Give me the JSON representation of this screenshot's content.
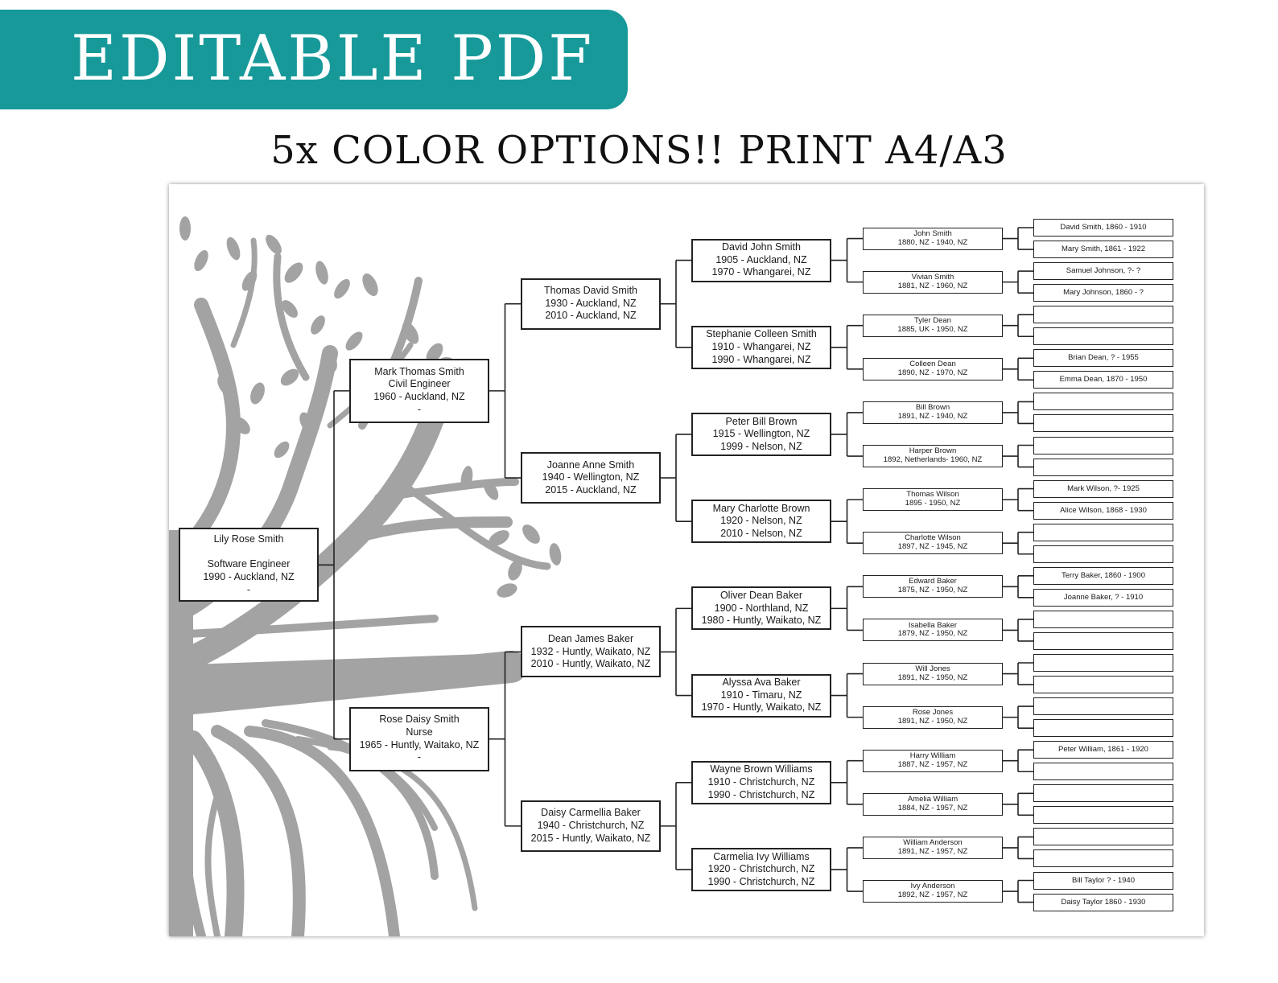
{
  "banner": {
    "title": "EDITABLE PDF",
    "color": "#17999a"
  },
  "subtitle": "5x COLOR OPTIONS!!    PRINT A4/A3",
  "tree": {
    "self": {
      "lines": [
        "Lily Rose Smith",
        "",
        "Software Engineer",
        "1990 - Auckland, NZ",
        "-"
      ]
    },
    "parents": [
      {
        "lines": [
          "Mark Thomas Smith",
          "Civil Engineer",
          "1960 - Auckland, NZ",
          "-"
        ]
      },
      {
        "lines": [
          "Rose Daisy Smith",
          "Nurse",
          "1965 - Huntly, Waitako, NZ",
          "-"
        ]
      }
    ],
    "grandparents": [
      {
        "lines": [
          "Thomas David Smith",
          "1930 - Auckland, NZ",
          "2010 - Auckland, NZ"
        ]
      },
      {
        "lines": [
          "Joanne Anne Smith",
          "1940 - Wellington, NZ",
          "2015 - Auckland, NZ"
        ]
      },
      {
        "lines": [
          "Dean James Baker",
          "1932 - Huntly, Waikato, NZ",
          "2010 - Huntly, Waikato, NZ"
        ]
      },
      {
        "lines": [
          "Daisy Carmellia Baker",
          "1940 - Christchurch, NZ",
          "2015 - Huntly, Waikato, NZ"
        ]
      }
    ],
    "great_grandparents": [
      {
        "lines": [
          "David John Smith",
          "1905 - Auckland, NZ",
          "1970 - Whangarei, NZ"
        ]
      },
      {
        "lines": [
          "Stephanie Colleen Smith",
          "1910 - Whangarei, NZ",
          "1990 - Whangarei, NZ"
        ]
      },
      {
        "lines": [
          "Peter Bill Brown",
          "1915 - Wellington, NZ",
          "1999 - Nelson, NZ"
        ]
      },
      {
        "lines": [
          "Mary Charlotte Brown",
          "1920 - Nelson, NZ",
          "2010 - Nelson, NZ"
        ]
      },
      {
        "lines": [
          "Oliver Dean Baker",
          "1900 - Northland, NZ",
          "1980 - Huntly, Waikato, NZ"
        ]
      },
      {
        "lines": [
          "Alyssa Ava Baker",
          "1910 - Timaru, NZ",
          "1970 - Huntly, Waikato, NZ"
        ]
      },
      {
        "lines": [
          "Wayne Brown Williams",
          "1910 - Christchurch, NZ",
          "1990 - Christchurch, NZ"
        ]
      },
      {
        "lines": [
          "Carmelia Ivy Williams",
          "1920 - Christchurch, NZ",
          "1990 - Christchurch, NZ"
        ]
      }
    ],
    "g4": [
      {
        "lines": [
          "John Smith",
          "1880, NZ - 1940, NZ"
        ]
      },
      {
        "lines": [
          "Vivian Smith",
          "1881, NZ - 1960, NZ"
        ]
      },
      {
        "lines": [
          "Tyler Dean",
          "1885, UK - 1950, NZ"
        ]
      },
      {
        "lines": [
          "Colleen Dean",
          "1890, NZ - 1970, NZ"
        ]
      },
      {
        "lines": [
          "Bill Brown",
          "1891, NZ - 1940, NZ"
        ]
      },
      {
        "lines": [
          "Harper Brown",
          "1892, Netherlands- 1960, NZ"
        ]
      },
      {
        "lines": [
          "Thomas Wilson",
          "1895 - 1950, NZ"
        ]
      },
      {
        "lines": [
          "Charlotte Wilson",
          "1897, NZ - 1945, NZ"
        ]
      },
      {
        "lines": [
          "Edward Baker",
          "1875, NZ - 1950, NZ"
        ]
      },
      {
        "lines": [
          "Isabella Baker",
          "1879, NZ - 1950, NZ"
        ]
      },
      {
        "lines": [
          "Will Jones",
          "1891, NZ - 1950, NZ"
        ]
      },
      {
        "lines": [
          "Rose Jones",
          "1891, NZ - 1950, NZ"
        ]
      },
      {
        "lines": [
          "Harry William",
          "1887, NZ - 1957, NZ"
        ]
      },
      {
        "lines": [
          "Amelia William",
          "1884, NZ - 1957, NZ"
        ]
      },
      {
        "lines": [
          "William Anderson",
          "1891, NZ - 1957, NZ"
        ]
      },
      {
        "lines": [
          "Ivy Anderson",
          "1892, NZ - 1957, NZ"
        ]
      }
    ],
    "g5": [
      "David Smith, 1860 - 1910",
      "Mary Smith, 1861 - 1922",
      "Samuel Johnson, ?- ?",
      "Mary Johnson, 1860 - ?",
      "",
      "",
      "Brian Dean, ? - 1955",
      "Emma Dean, 1870 - 1950",
      "",
      "",
      "",
      "",
      "Mark Wilson, ?- 1925",
      "Alice Wilson, 1868 - 1930",
      "",
      "",
      "Terry Baker, 1860 - 1900",
      "Joanne Baker, ? - 1910",
      "",
      "",
      "",
      "",
      "",
      "",
      "Peter William, 1861 - 1920",
      "",
      "",
      "",
      "",
      "",
      "Bill Taylor ? - 1940",
      "Daisy Taylor 1860 - 1930"
    ]
  }
}
